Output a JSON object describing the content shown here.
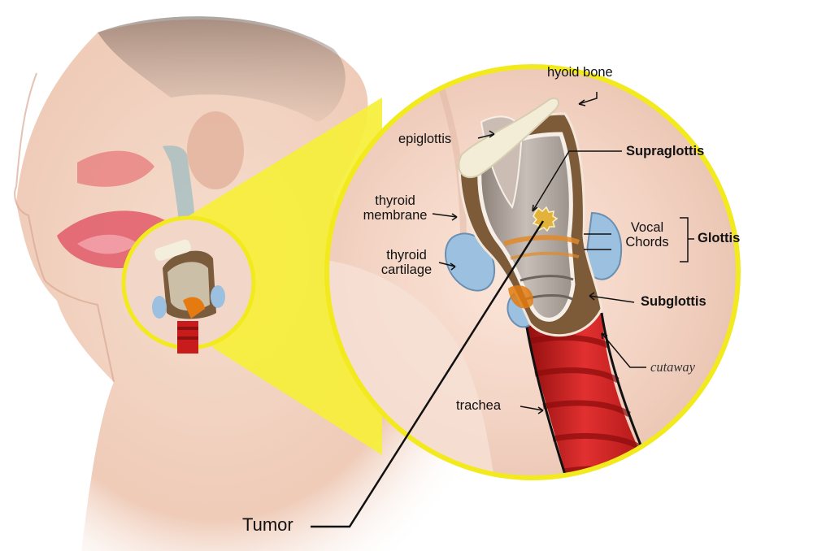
{
  "labels": {
    "hyoid_bone": "hyoid bone",
    "epiglottis": "epiglottis",
    "supraglottis": "Supraglottis",
    "thyroid_membrane_1": "thyroid",
    "thyroid_membrane_2": "membrane",
    "thyroid_cartilage_1": "thyroid",
    "thyroid_cartilage_2": "cartilage",
    "vocal_chords_1": "Vocal",
    "vocal_chords_2": "Chords",
    "glottis": "Glottis",
    "subglottis": "Subglottis",
    "cutaway": "cutaway",
    "trachea": "trachea",
    "tumor": "Tumor"
  },
  "colors": {
    "magnifier_ring": "#f2ea1c",
    "callout_fill": "#f6ef3a",
    "trachea_red": "#cc1f1f",
    "cartilage_blue": "#9cc0e0",
    "skin": "#f1d2c1"
  }
}
